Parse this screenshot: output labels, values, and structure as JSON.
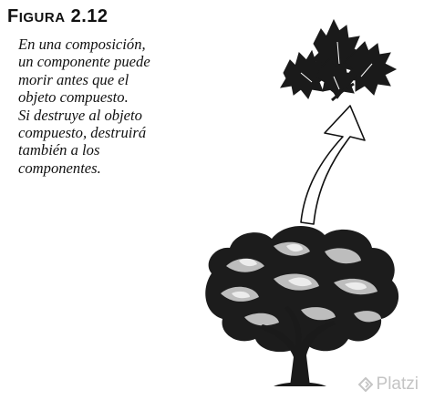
{
  "figure": {
    "label_initial": "F",
    "label_rest": "IGURA",
    "label_number": "2.12"
  },
  "caption_lines": [
    "En una composición,",
    "un componente puede",
    "morir antes que el",
    "objeto compuesto.",
    "Si destruye al objeto",
    "compuesto, destruirá",
    "también a los",
    "componentes."
  ],
  "watermark": {
    "text": "Platzi"
  },
  "icons": [
    "leaf-cluster-icon",
    "curved-arrow-icon",
    "tree-icon",
    "platzi-logo-icon"
  ]
}
